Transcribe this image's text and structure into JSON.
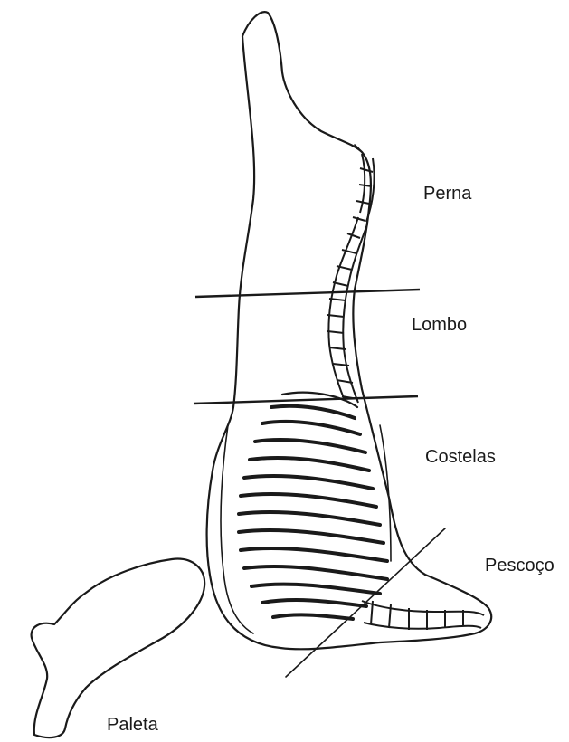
{
  "labels": {
    "perna": "Perna",
    "lombo": "Lombo",
    "costelas": "Costelas",
    "pescoco": "Pescoço",
    "paleta": "Paleta"
  },
  "colors": {
    "ink": "#1a1a1a",
    "background": "#ffffff"
  }
}
